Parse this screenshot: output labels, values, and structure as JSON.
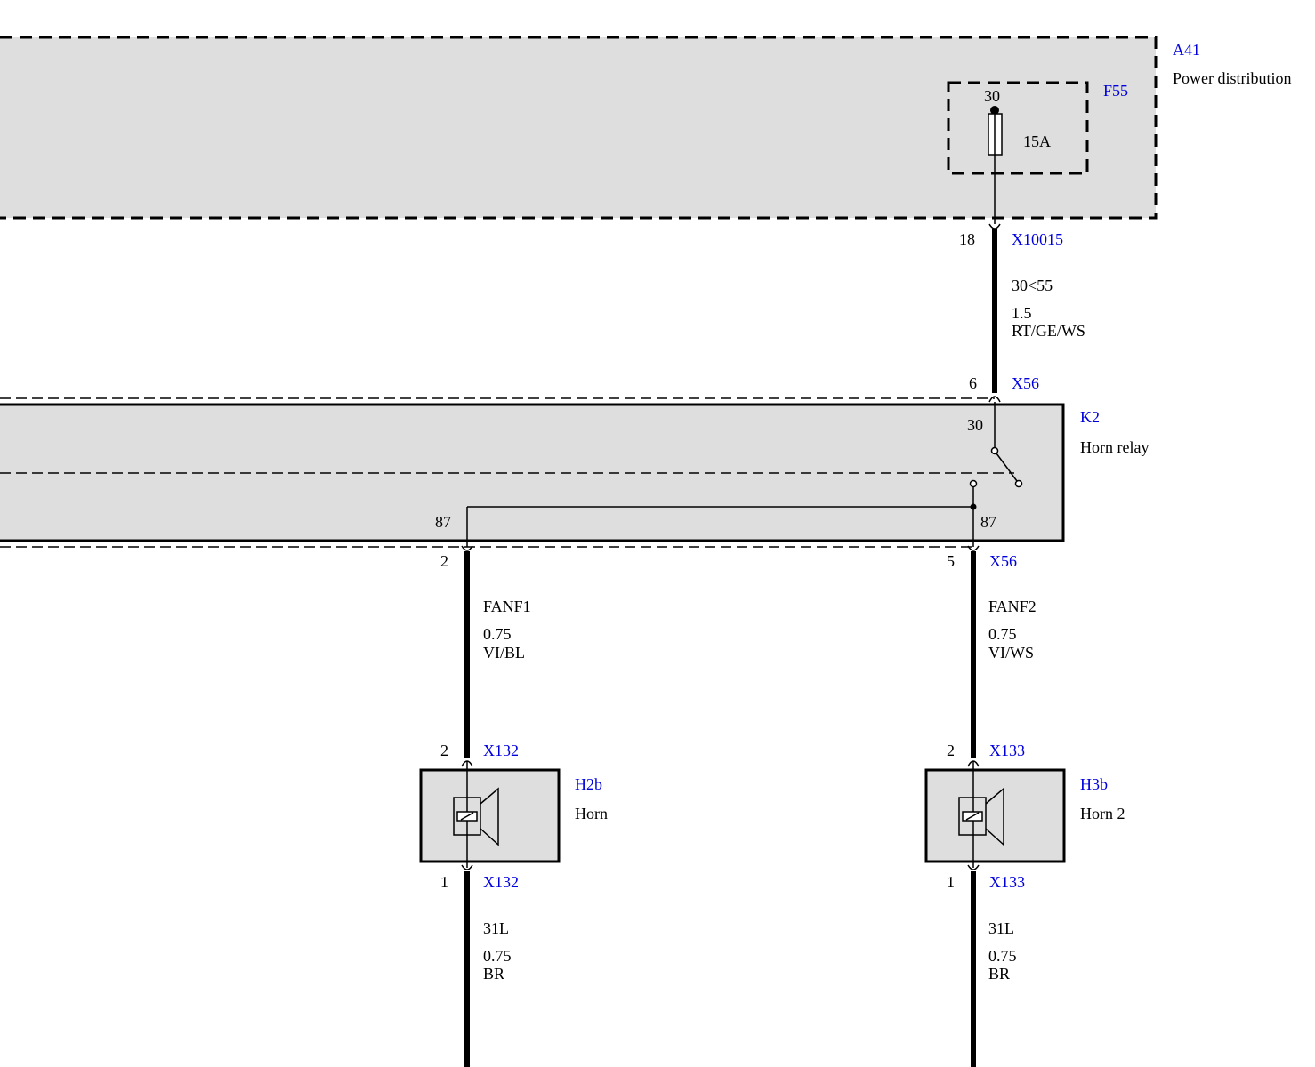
{
  "components": {
    "a41": {
      "id": "A41",
      "label": "Power distribution"
    },
    "f55": {
      "id": "F55",
      "pin": "30",
      "rating": "15A"
    },
    "k2": {
      "id": "K2",
      "label": "Horn relay",
      "pin_in": "30",
      "pin_out_left": "87",
      "pin_out_right": "87"
    },
    "h2b": {
      "id": "H2b",
      "label": "Horn"
    },
    "h3b": {
      "id": "H3b",
      "label": "Horn 2"
    }
  },
  "connectors": {
    "x10015": {
      "id": "X10015",
      "pin": "18"
    },
    "x56_top": {
      "id": "X56",
      "pin": "6"
    },
    "x56_left_pin": "2",
    "x56_right": {
      "id": "X56",
      "pin": "5"
    },
    "x132_top": {
      "id": "X132",
      "pin": "2"
    },
    "x132_bottom": {
      "id": "X132",
      "pin": "1"
    },
    "x133_top": {
      "id": "X133",
      "pin": "2"
    },
    "x133_bottom": {
      "id": "X133",
      "pin": "1"
    }
  },
  "wires": {
    "main": {
      "name": "30<55",
      "size": "1.5",
      "color": "RT/GE/WS"
    },
    "fanf1": {
      "name": "FANF1",
      "size": "0.75",
      "color": "VI/BL"
    },
    "fanf2": {
      "name": "FANF2",
      "size": "0.75",
      "color": "VI/WS"
    },
    "gnd1": {
      "name": "31L",
      "size": "0.75",
      "color": "BR"
    },
    "gnd2": {
      "name": "31L",
      "size": "0.75",
      "color": "BR"
    }
  },
  "colors": {
    "id_text": "#0000dd",
    "box_fill": "#dedede"
  }
}
